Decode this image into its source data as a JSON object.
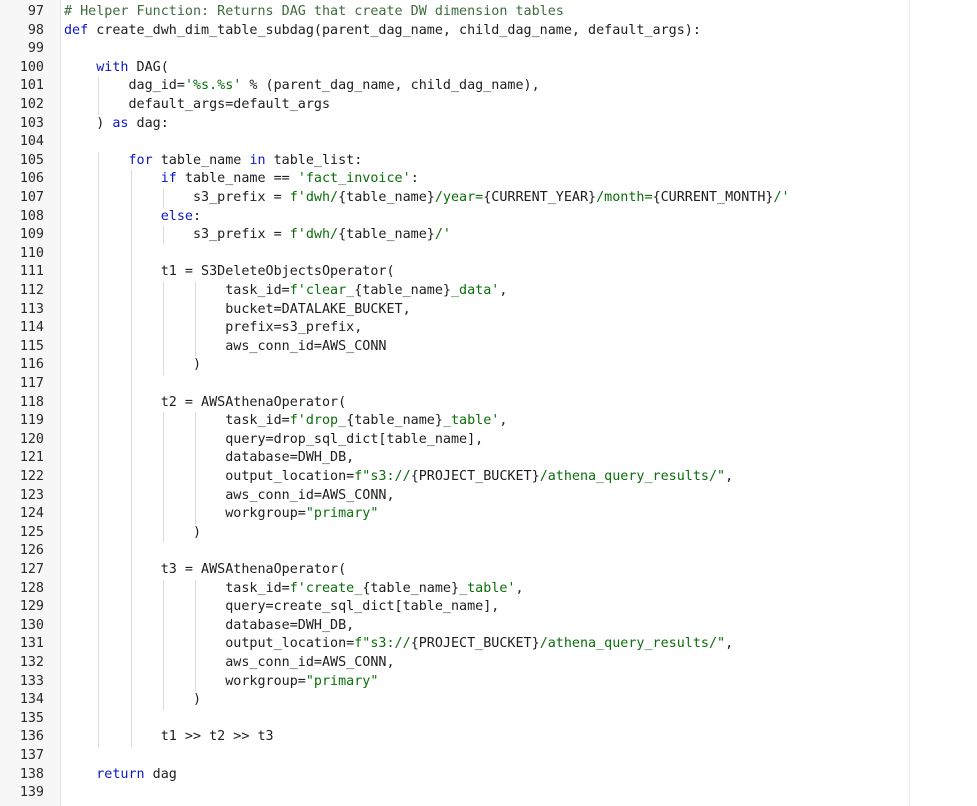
{
  "editor": {
    "language": "python",
    "colors": {
      "keyword": "#0b18c7",
      "comment": "#3f6c3f",
      "string": "#0a6e0a",
      "text": "#1e1e1e",
      "gutter_bg": "#f7f7f7",
      "line_number": "#2a2a2a"
    },
    "lines": [
      {
        "n": "97",
        "indent": 0,
        "tokens": [
          {
            "t": "# Helper Function: Returns DAG that create DW dimension tables",
            "c": "com"
          }
        ]
      },
      {
        "n": "98",
        "indent": 0,
        "tokens": [
          {
            "t": "def",
            "c": "kw"
          },
          {
            "t": " create_dwh_dim_table_subdag(parent_dag_name, child_dag_name, default_args):",
            "c": "plain"
          }
        ]
      },
      {
        "n": "99",
        "indent": 0,
        "tokens": []
      },
      {
        "n": "100",
        "indent": 4,
        "tokens": [
          {
            "t": "with",
            "c": "kw"
          },
          {
            "t": " DAG(",
            "c": "plain"
          }
        ]
      },
      {
        "n": "101",
        "indent": 8,
        "tokens": [
          {
            "t": "dag_id=",
            "c": "plain"
          },
          {
            "t": "'%s.%s'",
            "c": "str"
          },
          {
            "t": " % (parent_dag_name, child_dag_name),",
            "c": "plain"
          }
        ]
      },
      {
        "n": "102",
        "indent": 8,
        "tokens": [
          {
            "t": "default_args=default_args",
            "c": "plain"
          }
        ]
      },
      {
        "n": "103",
        "indent": 4,
        "tokens": [
          {
            "t": ") ",
            "c": "plain"
          },
          {
            "t": "as",
            "c": "kw"
          },
          {
            "t": " dag:",
            "c": "plain"
          }
        ]
      },
      {
        "n": "104",
        "indent": 0,
        "tokens": []
      },
      {
        "n": "105",
        "indent": 8,
        "tokens": [
          {
            "t": "for",
            "c": "kw"
          },
          {
            "t": " table_name ",
            "c": "plain"
          },
          {
            "t": "in",
            "c": "kw"
          },
          {
            "t": " table_list:",
            "c": "plain"
          }
        ]
      },
      {
        "n": "106",
        "indent": 12,
        "tokens": [
          {
            "t": "if",
            "c": "kw"
          },
          {
            "t": " table_name == ",
            "c": "plain"
          },
          {
            "t": "'fact_invoice'",
            "c": "str"
          },
          {
            "t": ":",
            "c": "plain"
          }
        ]
      },
      {
        "n": "107",
        "indent": 16,
        "tokens": [
          {
            "t": "s3_prefix = ",
            "c": "plain"
          },
          {
            "t": "f'dwh/",
            "c": "str"
          },
          {
            "t": "{table_name}",
            "c": "plain"
          },
          {
            "t": "/year=",
            "c": "str"
          },
          {
            "t": "{CURRENT_YEAR}",
            "c": "plain"
          },
          {
            "t": "/month=",
            "c": "str"
          },
          {
            "t": "{CURRENT_MONTH}",
            "c": "plain"
          },
          {
            "t": "/'",
            "c": "str"
          }
        ]
      },
      {
        "n": "108",
        "indent": 12,
        "tokens": [
          {
            "t": "else",
            "c": "kw"
          },
          {
            "t": ":",
            "c": "plain"
          }
        ]
      },
      {
        "n": "109",
        "indent": 16,
        "tokens": [
          {
            "t": "s3_prefix = ",
            "c": "plain"
          },
          {
            "t": "f'dwh/",
            "c": "str"
          },
          {
            "t": "{table_name}",
            "c": "plain"
          },
          {
            "t": "/'",
            "c": "str"
          }
        ]
      },
      {
        "n": "110",
        "indent": 0,
        "tokens": []
      },
      {
        "n": "111",
        "indent": 12,
        "tokens": [
          {
            "t": "t1 = S3DeleteObjectsOperator(",
            "c": "plain"
          }
        ]
      },
      {
        "n": "112",
        "indent": 20,
        "tokens": [
          {
            "t": "task_id=",
            "c": "plain"
          },
          {
            "t": "f'clear_",
            "c": "str"
          },
          {
            "t": "{table_name}",
            "c": "plain"
          },
          {
            "t": "_data'",
            "c": "str"
          },
          {
            "t": ",",
            "c": "plain"
          }
        ]
      },
      {
        "n": "113",
        "indent": 20,
        "tokens": [
          {
            "t": "bucket=DATALAKE_BUCKET,",
            "c": "plain"
          }
        ]
      },
      {
        "n": "114",
        "indent": 20,
        "tokens": [
          {
            "t": "prefix=s3_prefix,",
            "c": "plain"
          }
        ]
      },
      {
        "n": "115",
        "indent": 20,
        "tokens": [
          {
            "t": "aws_conn_id=AWS_CONN",
            "c": "plain"
          }
        ]
      },
      {
        "n": "116",
        "indent": 16,
        "tokens": [
          {
            "t": ")",
            "c": "plain"
          }
        ]
      },
      {
        "n": "117",
        "indent": 0,
        "tokens": []
      },
      {
        "n": "118",
        "indent": 12,
        "tokens": [
          {
            "t": "t2 = AWSAthenaOperator(",
            "c": "plain"
          }
        ]
      },
      {
        "n": "119",
        "indent": 20,
        "tokens": [
          {
            "t": "task_id=",
            "c": "plain"
          },
          {
            "t": "f'drop_",
            "c": "str"
          },
          {
            "t": "{table_name}",
            "c": "plain"
          },
          {
            "t": "_table'",
            "c": "str"
          },
          {
            "t": ",",
            "c": "plain"
          }
        ]
      },
      {
        "n": "120",
        "indent": 20,
        "tokens": [
          {
            "t": "query=drop_sql_dict[table_name],",
            "c": "plain"
          }
        ]
      },
      {
        "n": "121",
        "indent": 20,
        "tokens": [
          {
            "t": "database=DWH_DB,",
            "c": "plain"
          }
        ]
      },
      {
        "n": "122",
        "indent": 20,
        "tokens": [
          {
            "t": "output_location=",
            "c": "plain"
          },
          {
            "t": "f\"s3://",
            "c": "str"
          },
          {
            "t": "{PROJECT_BUCKET}",
            "c": "plain"
          },
          {
            "t": "/athena_query_results/\"",
            "c": "str"
          },
          {
            "t": ",",
            "c": "plain"
          }
        ]
      },
      {
        "n": "123",
        "indent": 20,
        "tokens": [
          {
            "t": "aws_conn_id=AWS_CONN,",
            "c": "plain"
          }
        ]
      },
      {
        "n": "124",
        "indent": 20,
        "tokens": [
          {
            "t": "workgroup=",
            "c": "plain"
          },
          {
            "t": "\"primary\"",
            "c": "str"
          }
        ]
      },
      {
        "n": "125",
        "indent": 16,
        "tokens": [
          {
            "t": ")",
            "c": "plain"
          }
        ]
      },
      {
        "n": "126",
        "indent": 0,
        "tokens": []
      },
      {
        "n": "127",
        "indent": 12,
        "tokens": [
          {
            "t": "t3 = AWSAthenaOperator(",
            "c": "plain"
          }
        ]
      },
      {
        "n": "128",
        "indent": 20,
        "tokens": [
          {
            "t": "task_id=",
            "c": "plain"
          },
          {
            "t": "f'create_",
            "c": "str"
          },
          {
            "t": "{table_name}",
            "c": "plain"
          },
          {
            "t": "_table'",
            "c": "str"
          },
          {
            "t": ",",
            "c": "plain"
          }
        ]
      },
      {
        "n": "129",
        "indent": 20,
        "tokens": [
          {
            "t": "query=create_sql_dict[table_name],",
            "c": "plain"
          }
        ]
      },
      {
        "n": "130",
        "indent": 20,
        "tokens": [
          {
            "t": "database=DWH_DB,",
            "c": "plain"
          }
        ]
      },
      {
        "n": "131",
        "indent": 20,
        "tokens": [
          {
            "t": "output_location=",
            "c": "plain"
          },
          {
            "t": "f\"s3://",
            "c": "str"
          },
          {
            "t": "{PROJECT_BUCKET}",
            "c": "plain"
          },
          {
            "t": "/athena_query_results/\"",
            "c": "str"
          },
          {
            "t": ",",
            "c": "plain"
          }
        ]
      },
      {
        "n": "132",
        "indent": 20,
        "tokens": [
          {
            "t": "aws_conn_id=AWS_CONN,",
            "c": "plain"
          }
        ]
      },
      {
        "n": "133",
        "indent": 20,
        "tokens": [
          {
            "t": "workgroup=",
            "c": "plain"
          },
          {
            "t": "\"primary\"",
            "c": "str"
          }
        ]
      },
      {
        "n": "134",
        "indent": 16,
        "tokens": [
          {
            "t": ")",
            "c": "plain"
          }
        ]
      },
      {
        "n": "135",
        "indent": 0,
        "tokens": []
      },
      {
        "n": "136",
        "indent": 12,
        "tokens": [
          {
            "t": "t1 >> t2 >> t3",
            "c": "plain"
          }
        ]
      },
      {
        "n": "137",
        "indent": 0,
        "tokens": []
      },
      {
        "n": "138",
        "indent": 4,
        "tokens": [
          {
            "t": "return",
            "c": "kw"
          },
          {
            "t": " dag",
            "c": "plain"
          }
        ]
      },
      {
        "n": "139",
        "indent": 0,
        "tokens": []
      }
    ]
  }
}
